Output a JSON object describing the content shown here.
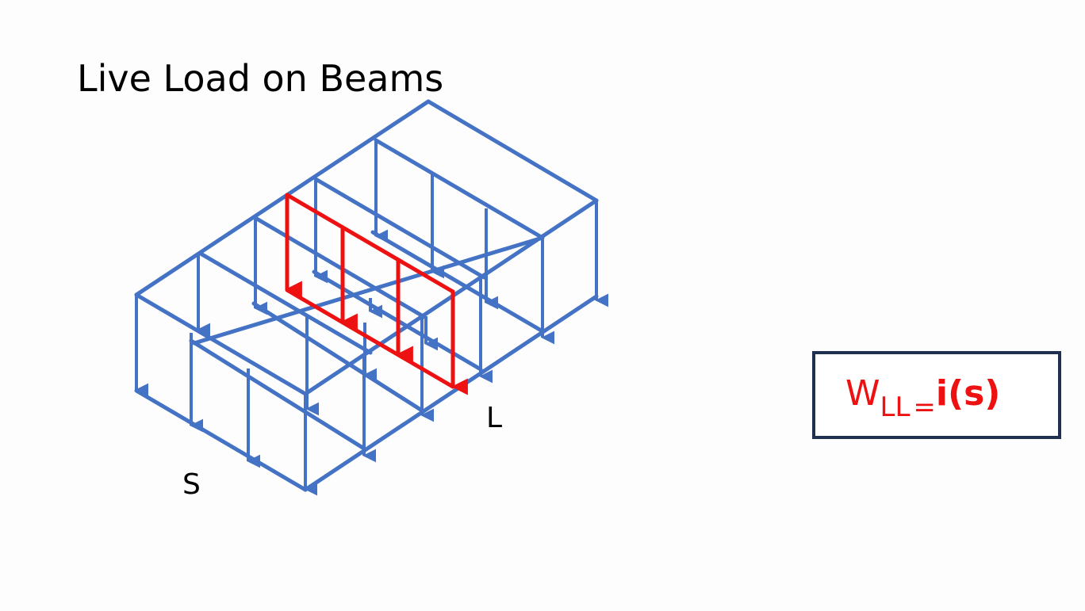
{
  "slide": {
    "title": "Live Load on Beams"
  },
  "diagram": {
    "labels": {
      "short_span": "S",
      "long_span": "L"
    },
    "colors": {
      "frame": "#4472c4",
      "load": "#ee1111",
      "box_border": "#1f3050"
    }
  },
  "formula": {
    "symbol": "W",
    "subscript": "LL",
    "equals": "=",
    "expression": "i(s)"
  }
}
